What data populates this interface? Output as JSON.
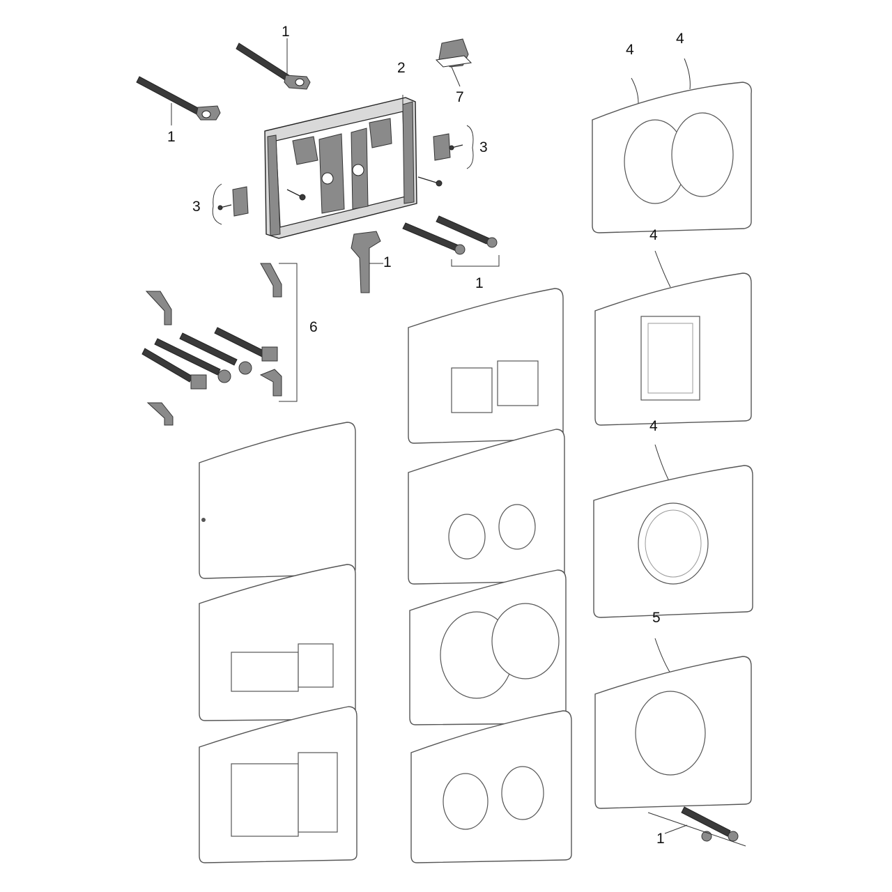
{
  "labels": {
    "rod_top": "1",
    "rod_left": "1",
    "frame": "2",
    "clip_top": "7",
    "screws_right": "3",
    "screws_left": "3",
    "lever": "1",
    "rods_mid": "1",
    "kit": "6",
    "spring_a": "4",
    "spring_b": "4",
    "spring_c": "4",
    "spring_d": "4",
    "spring_e": "5",
    "rods_bottom": "1"
  }
}
